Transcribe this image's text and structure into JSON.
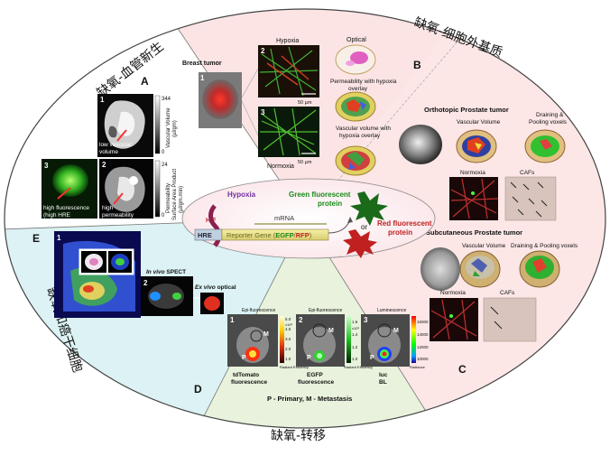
{
  "section_titles": {
    "angiogenesis": "缺氧-血管新生",
    "ecm": "缺氧-细胞外基质",
    "stem": "缺氧和癌干细胞",
    "metastasis": "缺氧-转移"
  },
  "section_letters": {
    "a": "A",
    "b": "B",
    "c": "C",
    "d": "D",
    "e": "E"
  },
  "panel_a": {
    "num1": "1",
    "num2": "2",
    "num3": "3",
    "low_vascular_line1": "low vascular",
    "low_vascular_line2": "volume",
    "high_perm_line1": "high",
    "high_perm_line2": "permeability",
    "high_fluor_line1": "high fluorescence",
    "high_fluor_line2": "(high HRE",
    "scale1_top": "344",
    "scale1_bottom": "0",
    "scale1_label_line1": "Vascular Volume",
    "scale1_label_line2": "(µl/gm)",
    "scale2_top": "24",
    "scale2_bottom": "0",
    "scale2_label_line1": "Permeability",
    "scale2_label_line2": "Surface Area Product",
    "scale2_label_line3": "(µl/gm.min)"
  },
  "panel_breast": {
    "title": "Breast tumor",
    "num1": "1",
    "num2": "2",
    "num3": "3",
    "hypoxia": "Hypoxia",
    "normoxia": "Normoxia",
    "optical": "Optical",
    "perm_overlay_line1": "Permeability with hypoxia",
    "perm_overlay_line2": "overlay",
    "vasc_overlay_line1": "Vascular volume with",
    "vasc_overlay_line2": "hypoxia overlay",
    "scale_bar": "50 µm"
  },
  "panel_prostate": {
    "orthotopic_title": "Orthotopic Prostate tumor",
    "subcutaneous_title": "Subcutaneous Prostate tumor",
    "vascular_volume": "Vascular Volume",
    "draining_line1": "Draining &",
    "draining_line2": "Pooling voxels",
    "draining_one_line": "Draining & Pooling voxels",
    "normoxia": "Normoxia",
    "cafs": "CAFs"
  },
  "reporter": {
    "hypoxia": "Hypoxia",
    "hif": "HIF",
    "mrna": "mRNA",
    "hre": "HRE",
    "gene_prefix": "Reporter Gene (",
    "gene_egfp": "EGFP",
    "gene_slash": "/",
    "gene_rfp": "RFP",
    "gene_suffix": ")",
    "green_line1": "Green fluorescent",
    "green_line2": "protein",
    "or": "or",
    "red_line1": "Red fluorescent",
    "red_line2": "protein"
  },
  "panel_e": {
    "num1": "1",
    "num2": "2",
    "invivo_italic": "In vivo",
    "invivo_rest": " SPECT",
    "exvivo_italic": "Ex vivo",
    "exvivo_rest": " optical"
  },
  "panel_d": {
    "num1": "1",
    "num2": "2",
    "num3": "3",
    "label_m": "M",
    "label_p": "P",
    "epi": "Epi-fluorescence",
    "lum": "Luminescence",
    "td_line1": "tdTomato",
    "td_line2": "fluorescence",
    "egfp_line1": "EGFP",
    "egfp_line2": "fluorescence",
    "luc_line1": "luc",
    "luc_line2": "BL",
    "legend": "P - Primary, M - Metastasis",
    "scale1_ticks": [
      "5.0",
      "4.0",
      "3.0",
      "2.0",
      "1.0"
    ],
    "scale2_ticks": [
      "1.6",
      "1.4",
      "1.2",
      "1.0"
    ],
    "scale3_ticks": [
      "16000",
      "14000",
      "12000",
      "10000"
    ],
    "x10": "x10⁸",
    "radiant_eff": "Radiant Efficiency",
    "radiance": "Radiance"
  }
}
